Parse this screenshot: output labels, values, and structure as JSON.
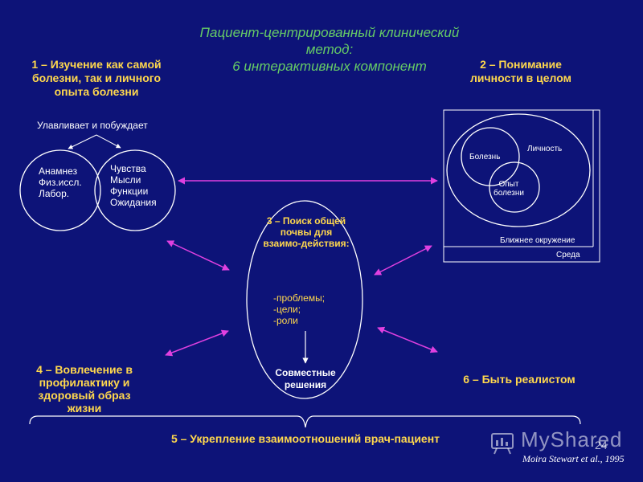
{
  "title": {
    "line1": "Пациент-центрированный клинический",
    "line2": "метод:",
    "line3": "6 интерактивных компонент"
  },
  "component1": {
    "heading": "1 – Изучение как самой болезни, так и личного опыта болезни",
    "subtitle": "Улавливает и побуждает",
    "left_circle": "Анамнез\nФиз.иссл.\nЛабор.",
    "right_circle": "Чувства\nМысли\nФункции\nОжидания"
  },
  "component2": {
    "heading": "2 – Понимание личности в целом",
    "disease": "Болезнь",
    "personality": "Личность",
    "illness_experience": "Опыт\nболезни",
    "near_environment": "Ближнее окружение",
    "environment": "Среда"
  },
  "component3": {
    "heading": "3 – Поиск общей почвы для взаимо-действия:",
    "items": "-проблемы;\n-цели;\n-роли",
    "result": "Совместные решения"
  },
  "component4": {
    "heading": "4 – Вовлечение в профилактику и здоровый образ жизни"
  },
  "component5": {
    "heading": "5 – Укрепление взаимоотношений врач-пациент"
  },
  "component6": {
    "heading": "6 – Быть реалистом"
  },
  "citation": "Moira Stewart et al., 1995",
  "watermark": "MyShared",
  "slide_number": "24",
  "colors": {
    "background": "#0d1378",
    "title": "#66cc66",
    "headings": "#ffd84d",
    "arrows": "#e040e0"
  }
}
